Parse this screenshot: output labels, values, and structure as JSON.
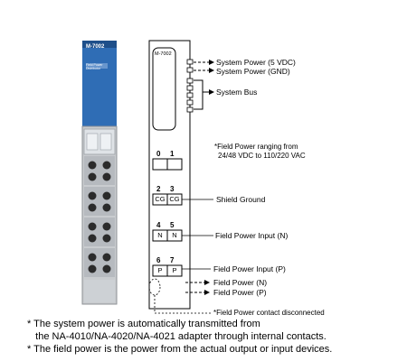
{
  "module": {
    "model": "M-7002",
    "photo_label": "M-7002",
    "photo_caption": "Field Power Distributor",
    "colors": {
      "photo_blue": "#2f6db5",
      "photo_gray": "#c9cccf",
      "line": "#000000"
    }
  },
  "terminals": [
    {
      "pins": [
        "0",
        "1"
      ],
      "letters": [
        "",
        ""
      ]
    },
    {
      "pins": [
        "2",
        "3"
      ],
      "letters": [
        "CG",
        "CG"
      ]
    },
    {
      "pins": [
        "4",
        "5"
      ],
      "letters": [
        "N",
        "N"
      ]
    },
    {
      "pins": [
        "6",
        "7"
      ],
      "letters": [
        "P",
        "P"
      ]
    }
  ],
  "labels": {
    "system_power_5v": "System Power (5 VDC)",
    "system_power_gnd": "System Power (GND)",
    "system_bus": "System Bus",
    "field_power_note_1": "*Field Power ranging from",
    "field_power_note_2": "24/48 VDC to 110/220 VAC",
    "shield_ground": "Shield Ground",
    "field_power_input_n": "Field Power Input (N)",
    "field_power_input_p": "Field Power Input (P)",
    "field_power_n": "Field Power (N)",
    "field_power_p": "Field Power (P)",
    "contact_disconnected": "*Field Power contact disconnected"
  },
  "footnotes": {
    "line1": "* The system power is automatically transmitted from",
    "line2": "   the NA-4010/NA-4020/NA-4021 adapter through internal contacts.",
    "line3": "* The field power is the power from the actual output or input devices."
  }
}
